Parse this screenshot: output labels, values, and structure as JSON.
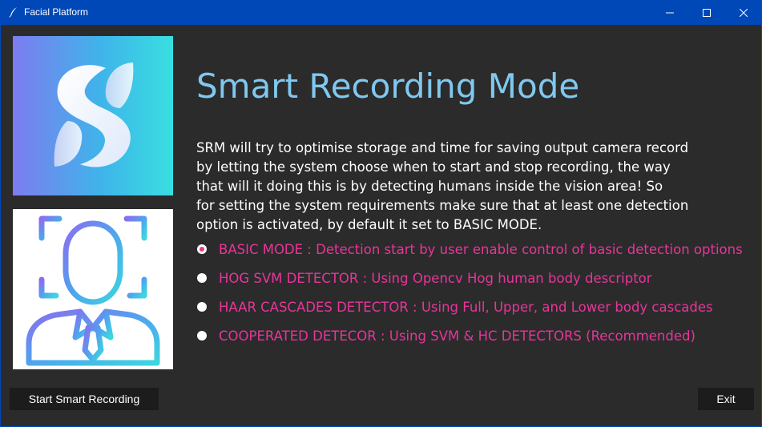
{
  "window": {
    "title": "Facial Platform",
    "icons": {
      "app": "feather-icon",
      "minimize": "minimize-icon",
      "maximize": "maximize-icon",
      "close": "close-icon"
    }
  },
  "main": {
    "heading": "Smart Recording Mode",
    "description_lines": [
      "SRM will try to optimise storage and time for saving output camera record",
      "by letting the system choose when to start and stop recording, the way",
      "that will it doing this is by detecting humans inside the vision area! So",
      "for setting the system requirements make sure that at least one detection",
      "option is activated, by default it set to BASIC MODE."
    ],
    "options": [
      {
        "label": "BASIC MODE : Detection start by user enable control of basic detection options",
        "selected": true
      },
      {
        "label": "HOG SVM DETECTOR : Using Opencv Hog human body descriptor",
        "selected": false
      },
      {
        "label": "HAAR CASCADES DETECTOR : Using Full, Upper, and Lower body cascades",
        "selected": false
      },
      {
        "label": "COOPERATED DETECOR : Using SVM & HC DETECTORS (Recommended)",
        "selected": false
      }
    ]
  },
  "sidebar": {
    "logo_icon": "s-logo-icon",
    "portrait_icon": "face-scan-icon"
  },
  "buttons": {
    "start_label": "Start Smart Recording",
    "exit_label": "Exit"
  },
  "colors": {
    "titlebar": "#0047b8",
    "background": "#2b2b2b",
    "heading": "#80c8ef",
    "option_text": "#e8359a",
    "button_bg": "#1c1c1c"
  }
}
